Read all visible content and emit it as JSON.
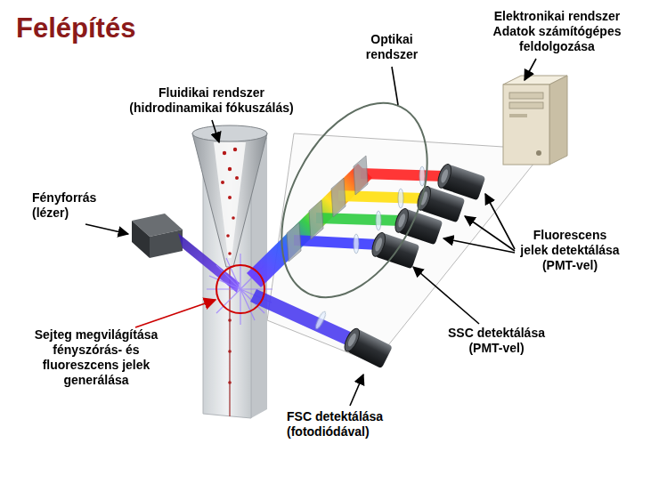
{
  "diagram": {
    "title": "Felépítés",
    "labels": [
      "Optikai rendszer",
      "Elektronikai rendszer Adatok számítógépes feldolgozása",
      "Fluidikai rendszer (hidrodinamikai fókuszálás)",
      "Fényforrás (lézer)",
      "Fluorescens jelek detektálása (PMT-vel)",
      "SSC detektálása (PMT-vel)",
      "Sejteg megvilágítása fényszórás- és fluoreszcens jelek generálása",
      "FSC detektálása (fotodiódával)"
    ]
  }
}
